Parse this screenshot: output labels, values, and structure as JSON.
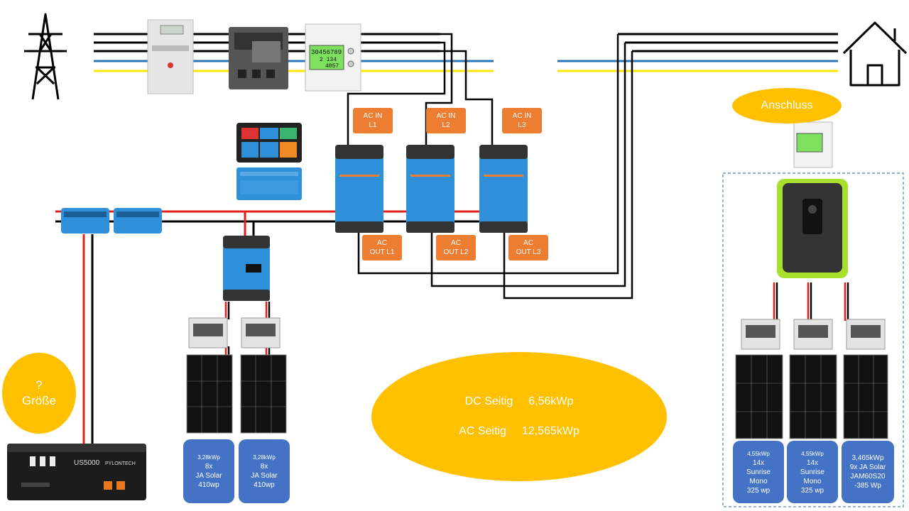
{
  "grid": {
    "ac_in_labels": [
      "AC IN\nL1",
      "AC IN\nL2",
      "AC IN\nL3"
    ],
    "ac_out_labels": [
      "AC\nOUT L1",
      "AC\nOUT L2",
      "AC\nOUT L3"
    ],
    "meter_display": {
      "line1": "30456789",
      "line2": "2 134",
      "line3": "4057"
    }
  },
  "battery": {
    "size_question": "?",
    "size_label": "Größe",
    "model": "US5000",
    "brand": "PYLONTECH"
  },
  "summary": {
    "dc_label": "DC Seitig",
    "dc_value": "6,56kWp",
    "ac_label": "AC Seitig",
    "ac_value": "12,565kWp"
  },
  "connection": {
    "label": "Anschluss"
  },
  "dc_strings": [
    {
      "kwp": "3,28kWp",
      "count": "8x",
      "panel": "JA Solar",
      "wp": "410wp"
    },
    {
      "kwp": "3,28kWp",
      "count": "8x",
      "panel": "JA Solar",
      "wp": "410wp"
    }
  ],
  "ac_strings": [
    {
      "kwp": "4,55kWp",
      "count": "14x",
      "panel1": "Sunrise",
      "panel2": "Mono",
      "wp": "325 wp"
    },
    {
      "kwp": "4,55kWp",
      "count": "14x",
      "panel1": "Sunrise",
      "panel2": "Mono",
      "wp": "325 wp"
    },
    {
      "kwp": "3,465kWp",
      "count": "9x JA Solar",
      "panel1": "JAM60S20",
      "panel2": "-385 Wp",
      "wp": ""
    }
  ],
  "colors": {
    "orange_label": "#ed7d31",
    "yellow_bubble": "#ffc000",
    "blue_label": "#4472c4",
    "victron_blue": "#2f8fd8",
    "line_blue": "#2e75b6",
    "line_yellow": "#ffe600",
    "dc_red": "#e0201b",
    "inverter_green": "#a8e030"
  },
  "icons": [
    "power-pylon-icon",
    "house-icon",
    "energy-meter-icon",
    "breaker-icon",
    "inverter-icon",
    "solar-panel-icon",
    "combiner-box-icon",
    "battery-icon",
    "display-icon"
  ]
}
